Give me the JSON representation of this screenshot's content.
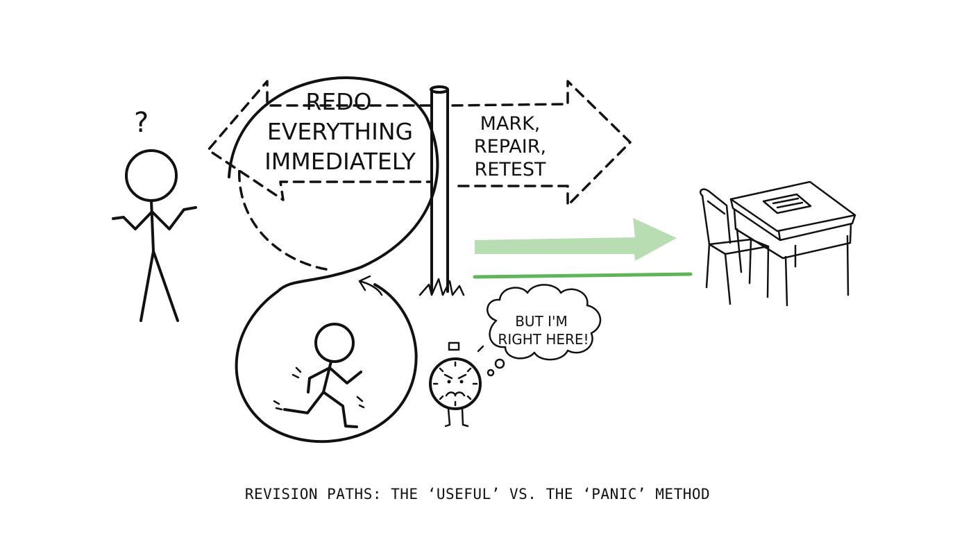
{
  "panic_sign": {
    "line1": "REDO",
    "line2": "EVERYTHING",
    "line3": "IMMEDIATELY"
  },
  "useful_sign": {
    "line1": "MARK,",
    "line2": "REPAIR,",
    "line3": "RETEST"
  },
  "clock_speech": {
    "line1": "BUT I'M",
    "line2": "RIGHT HERE!"
  },
  "question_mark": "?",
  "caption": "REVISION PATHS: THE ‘USEFUL’ VS. THE ‘PANIC’ METHOD",
  "colors": {
    "ink": "#111111",
    "arrow_light_green": "#b9ddb3",
    "path_green": "#5fb65a"
  }
}
